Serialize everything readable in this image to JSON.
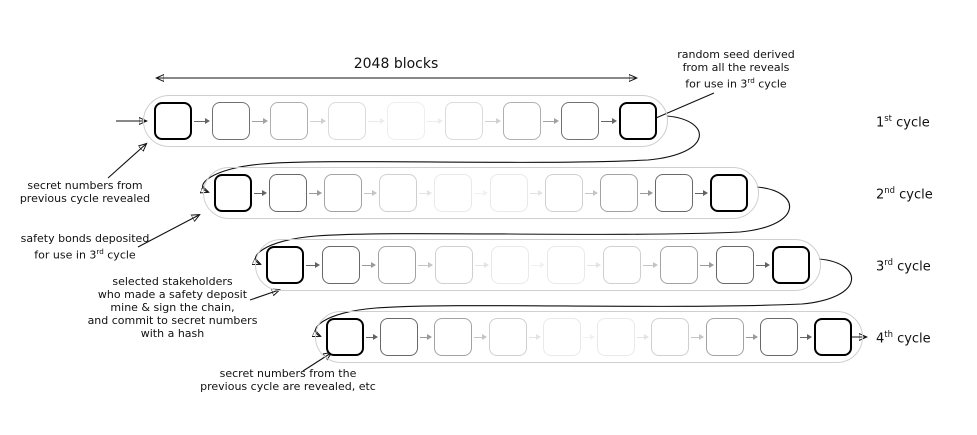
{
  "header": {
    "blocks_label": "2048 blocks"
  },
  "cycle_labels": [
    {
      "name": "cycle-label-1",
      "segments": [
        {
          "t": "1"
        },
        {
          "t": "st",
          "sup": true
        },
        {
          "t": " cycle"
        }
      ]
    },
    {
      "name": "cycle-label-2",
      "segments": [
        {
          "t": "2"
        },
        {
          "t": "nd",
          "sup": true
        },
        {
          "t": " cycle"
        }
      ]
    },
    {
      "name": "cycle-label-3",
      "segments": [
        {
          "t": "3"
        },
        {
          "t": "rd",
          "sup": true
        },
        {
          "t": " cycle"
        }
      ]
    },
    {
      "name": "cycle-label-4",
      "segments": [
        {
          "t": "4"
        },
        {
          "t": "th",
          "sup": true
        },
        {
          "t": " cycle"
        }
      ]
    }
  ],
  "annotations": [
    {
      "name": "random-seed-note",
      "lines": [
        [
          {
            "t": "random seed derived"
          }
        ],
        [
          {
            "t": "from all the reveals"
          }
        ],
        [
          {
            "t": "for use in 3"
          },
          {
            "t": "rd",
            "sup": true
          },
          {
            "t": " cycle"
          }
        ]
      ]
    },
    {
      "name": "secret-numbers-note",
      "lines": [
        [
          {
            "t": "secret numbers from"
          }
        ],
        [
          {
            "t": "previous cycle revealed"
          }
        ]
      ]
    },
    {
      "name": "safety-bonds-note",
      "lines": [
        [
          {
            "t": "safety bonds deposited"
          }
        ],
        [
          {
            "t": "for use in 3"
          },
          {
            "t": "rd",
            "sup": true
          },
          {
            "t": " cycle"
          }
        ]
      ]
    },
    {
      "name": "stakeholders-note",
      "lines": [
        [
          {
            "t": "selected stakeholders"
          }
        ],
        [
          {
            "t": "who made a safety deposit"
          }
        ],
        [
          {
            "t": "mine & sign the chain,"
          }
        ],
        [
          {
            "t": "and commit to secret numbers"
          }
        ],
        [
          {
            "t": "with a hash"
          }
        ]
      ]
    },
    {
      "name": "secret-numbers-2-note",
      "lines": [
        [
          {
            "t": "secret numbers from the"
          }
        ],
        [
          {
            "t": "previous cycle are revealed, etc"
          }
        ]
      ]
    }
  ],
  "diagram": {
    "rows": [
      {
        "name": "cycle-1-row",
        "block_count": 9
      },
      {
        "name": "cycle-2-row",
        "block_count": 10
      },
      {
        "name": "cycle-3-row",
        "block_count": 10
      },
      {
        "name": "cycle-4-row",
        "block_count": 10
      }
    ],
    "colors": {
      "block_border": "#1a1a1a",
      "capsule_border": "#cfcfcf",
      "arrow": "#111111"
    }
  }
}
